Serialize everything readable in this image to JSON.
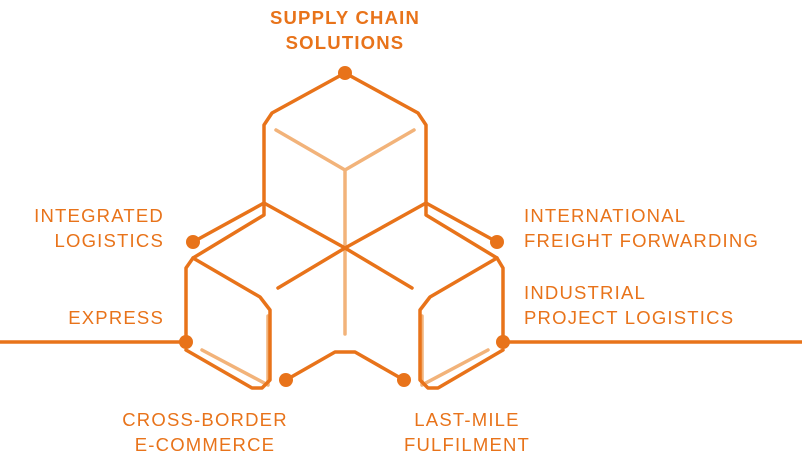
{
  "colors": {
    "primary": "#e8731a",
    "light": "#f2b37a"
  },
  "labels": {
    "supply_chain": [
      "SUPPLY CHAIN",
      "SOLUTIONS"
    ],
    "integrated_logistics": [
      "INTEGRATED",
      "LOGISTICS"
    ],
    "express": [
      "EXPRESS"
    ],
    "international_freight": [
      "INTERNATIONAL",
      "FREIGHT FORWARDING"
    ],
    "industrial_project": [
      "INDUSTRIAL",
      "PROJECT LOGISTICS"
    ],
    "cross_border": [
      "CROSS-BORDER",
      "E-COMMERCE"
    ],
    "last_mile": [
      "LAST-MILE",
      "FULFILMENT"
    ]
  }
}
